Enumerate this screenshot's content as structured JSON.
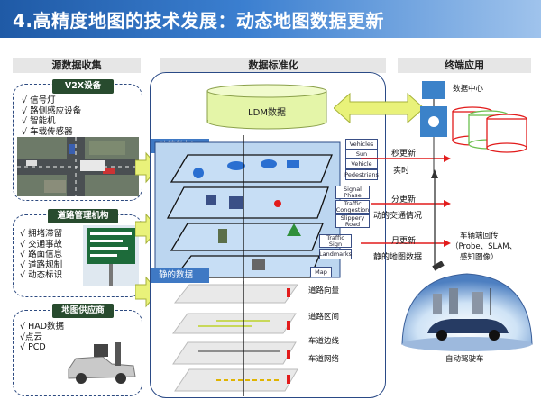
{
  "title": "4.高精度地图的技术发展：动态地图数据更新",
  "sections": {
    "source": "源数据收集",
    "standard": "数据标准化",
    "terminal": "终端应用"
  },
  "v2x": {
    "label": "V2X设备",
    "items": [
      "√ 信号灯",
      "√ 路侧感应设备",
      "√ 智能机",
      "√ 车载传感器"
    ]
  },
  "road_mgmt": {
    "label": "道路管理机构",
    "items": [
      "√ 拥堵滞留",
      "√ 交通事故",
      "√ 路面信息",
      "√ 道路规制",
      "√ 动态标识"
    ]
  },
  "map_supplier": {
    "label": "地图供应商",
    "items": [
      "√ HAD数据",
      "√点云",
      "√ PCD"
    ]
  },
  "ldm": "LDM数据",
  "dynamic_label": "动的数据",
  "static_label": "静的数据",
  "layer_labels": [
    "Vehicles",
    "Sun",
    "Vehicle",
    "Pedestrians",
    "Signal Phase",
    "Traffic Congestion",
    "Slippery Road",
    "Traffic Sign",
    "Landmarks",
    "Map"
  ],
  "static_layers": [
    "道路向量",
    "道路区间",
    "车道边线",
    "车道网络"
  ],
  "updates": [
    {
      "freq": "秒更新",
      "desc": "实时"
    },
    {
      "freq": "分更新",
      "desc": "动的交通情况"
    },
    {
      "freq": "月更新",
      "desc": "静的地图数据"
    }
  ],
  "data_center": "数据中心",
  "feedback": [
    "车辆端回传",
    "（Probe、SLAM、",
    "感知图像）"
  ],
  "autonomous": "自动驾驶车",
  "colors": {
    "title": "#1f5aa6",
    "dark_green": "#284b2e",
    "blue_tag": "#3f79c4",
    "arrow_red": "#e21b1b",
    "ldm_green": "#e4f5a8",
    "arrow_yellow": "#e9f27a"
  }
}
